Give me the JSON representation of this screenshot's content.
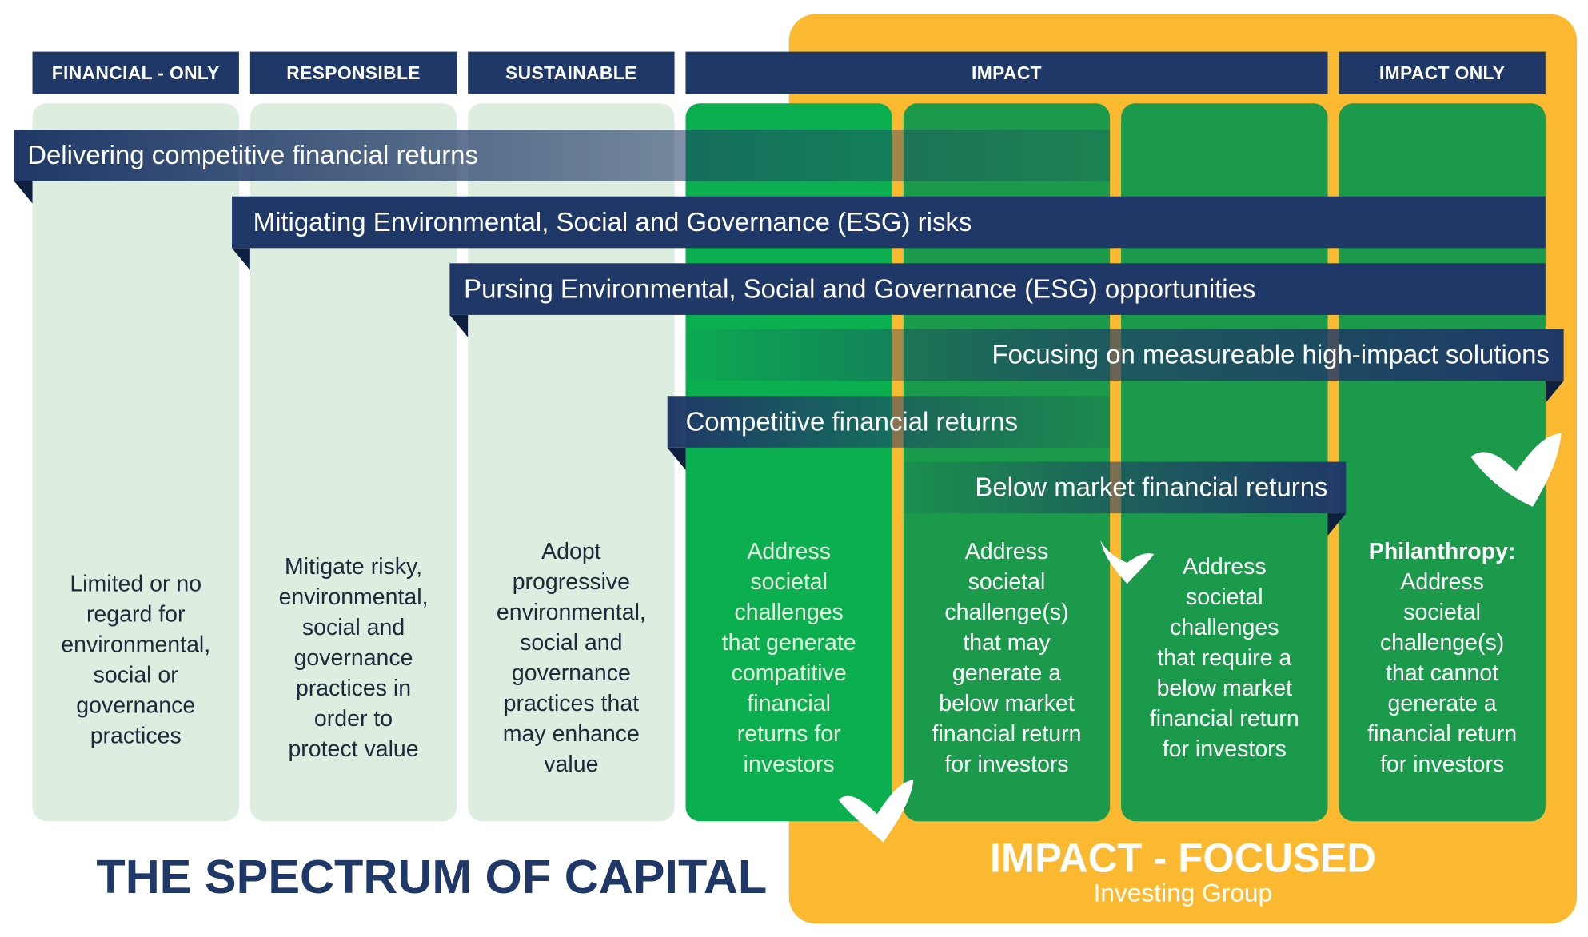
{
  "headers": {
    "financial_only": "FINANCIAL - ONLY",
    "responsible": "RESPONSIBLE",
    "sustainable": "SUSTAINABLE",
    "impact": "IMPACT",
    "impact_only": "IMPACT ONLY"
  },
  "banners": {
    "b1": "Delivering competitive financial returns",
    "b2": "Mitigating Environmental, Social and Governance (ESG) risks",
    "b3": "Pursing Environmental, Social and Governance (ESG) opportunities",
    "b4": "Focusing on measureable high-impact solutions",
    "b5": "Competitive financial returns",
    "b6": "Below market financial returns"
  },
  "columns": [
    {
      "lines": [
        "Limited or no",
        "regard for",
        "environmental,",
        "social or",
        "governance",
        "practices"
      ]
    },
    {
      "lines": [
        "Mitigate risky,",
        "environmental,",
        "social and",
        "governance",
        "practices in",
        "order to",
        "protect value"
      ]
    },
    {
      "lines": [
        "Adopt",
        "progressive",
        "environmental,",
        "social and",
        "governance",
        "practices that",
        "may enhance",
        "value"
      ]
    },
    {
      "lines": [
        "Address",
        "societal",
        "challenges",
        "that generate",
        "compatitive",
        "financial",
        "returns for",
        "investors"
      ]
    },
    {
      "lines": [
        "Address",
        "societal",
        "challenge(s)",
        "that may",
        "generate a",
        "below market",
        "financial return",
        "for investors"
      ]
    },
    {
      "lines": [
        "Address",
        "societal",
        "challenges",
        "that require a",
        "below market",
        "financial return",
        "for investors"
      ]
    },
    {
      "lead": "Philanthropy:",
      "lines": [
        "Address",
        "societal",
        "challenge(s)",
        "that cannot",
        "generate a",
        "financial return",
        "for investors"
      ]
    }
  ],
  "footer": {
    "title": "THE SPECTRUM OF CAPITAL",
    "group_title": "IMPACT - FOCUSED",
    "group_subtitle": "Investing Group"
  },
  "colors": {
    "navy": "#1F3867",
    "orange": "#FBB931",
    "light_green": "#DDEDDF",
    "bright_green": "#0BAF50",
    "green": "#1A9A4A"
  }
}
